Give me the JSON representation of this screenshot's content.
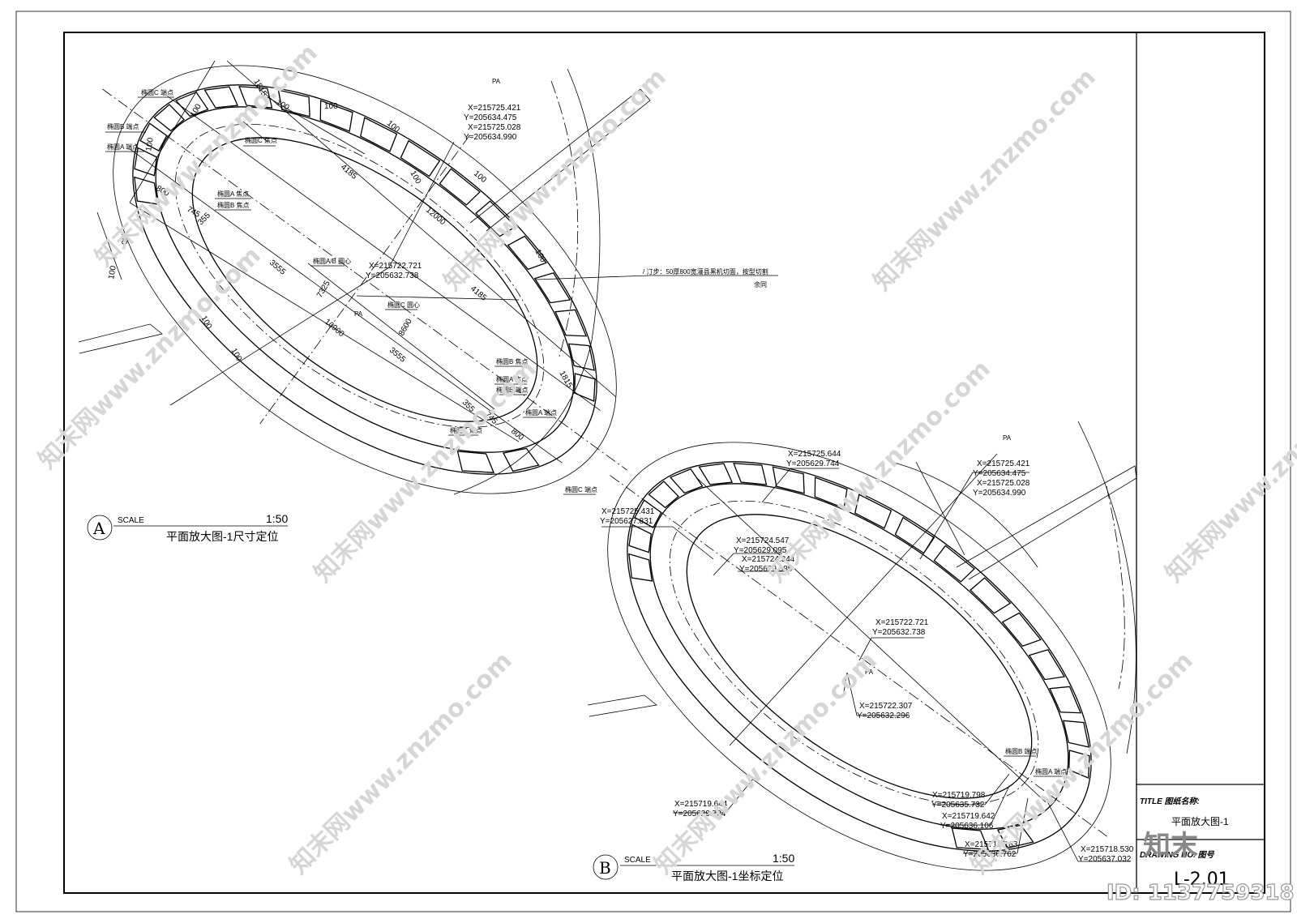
{
  "panel_a": {
    "marker": "A",
    "scale_label": "SCALE",
    "scale_value": "1:50",
    "title": "平面放大图-1尺寸定位",
    "pa_top": "PA",
    "pa_center": "PA",
    "center_coord_x": "X=215722.721",
    "center_coord_y": "Y=205632.738",
    "top_coords": [
      "X=215725.421",
      "Y=205634.475",
      "X=215725.028",
      "Y=205634.990"
    ],
    "dims": [
      "1815",
      "100",
      "100",
      "100",
      "100",
      "100",
      "100",
      "800",
      "745",
      "355",
      "100",
      "100",
      "4185",
      "3555",
      "7325",
      "10900",
      "3555",
      "4185",
      "8600",
      "12000",
      "100",
      "100",
      "1815",
      "355",
      "745",
      "800",
      "100",
      "100"
    ],
    "labels": [
      "椭圆C 端点",
      "椭圆B 端点",
      "椭圆A 端点",
      "椭圆C 焦点",
      "椭圆A 焦点",
      "椭圆B 焦点",
      "椭圆A/B 圆心",
      "椭圆C 圆心",
      "椭圆B 焦点",
      "椭圆A 焦点",
      "椭圆B 端点",
      "椭圆A 端点",
      "椭圆C 焦点",
      "椭圆C 端点"
    ],
    "note_line1": "/ 汀步：50厚800宽灌县黑机切面，按型切割",
    "note_line2": "余同"
  },
  "panel_b": {
    "marker": "B",
    "scale_label": "SCALE",
    "scale_value": "1:50",
    "title": "平面放大图-1坐标定位",
    "pa_top": "PA",
    "pa_center": "PA",
    "coords": [
      "X=215725.644",
      "Y=205629.744",
      "X=215725.421",
      "Y=205634.475",
      "X=215725.028",
      "Y=205634.990",
      "X=215725.431",
      "Y=205627.831",
      "X=215724.547",
      "Y=205629.095",
      "X=215724.344",
      "Y=205629.385",
      "X=215722.721",
      "Y=205632.738",
      "X=215722.307",
      "Y=205632.296",
      "X=215719.644",
      "Y=205629.734",
      "X=215719.798",
      "Y=205635.732",
      "X=215719.642",
      "Y=205636.106",
      "X=215719.183",
      "Y=205636.762",
      "X=215718.530",
      "Y=205637.032"
    ],
    "labels": [
      "椭圆B 端点",
      "椭圆A 端点"
    ]
  },
  "title_block": {
    "title_label": "TITLE 图纸名称:",
    "drawing_name": "平面放大图-1",
    "drawing_no_label": "DRAWING NO. 图号",
    "drawing_no": "L-2.01"
  },
  "watermark": {
    "text": "知末网www.znzmo.com",
    "logo": "知末",
    "id": "ID: 1137759318"
  }
}
